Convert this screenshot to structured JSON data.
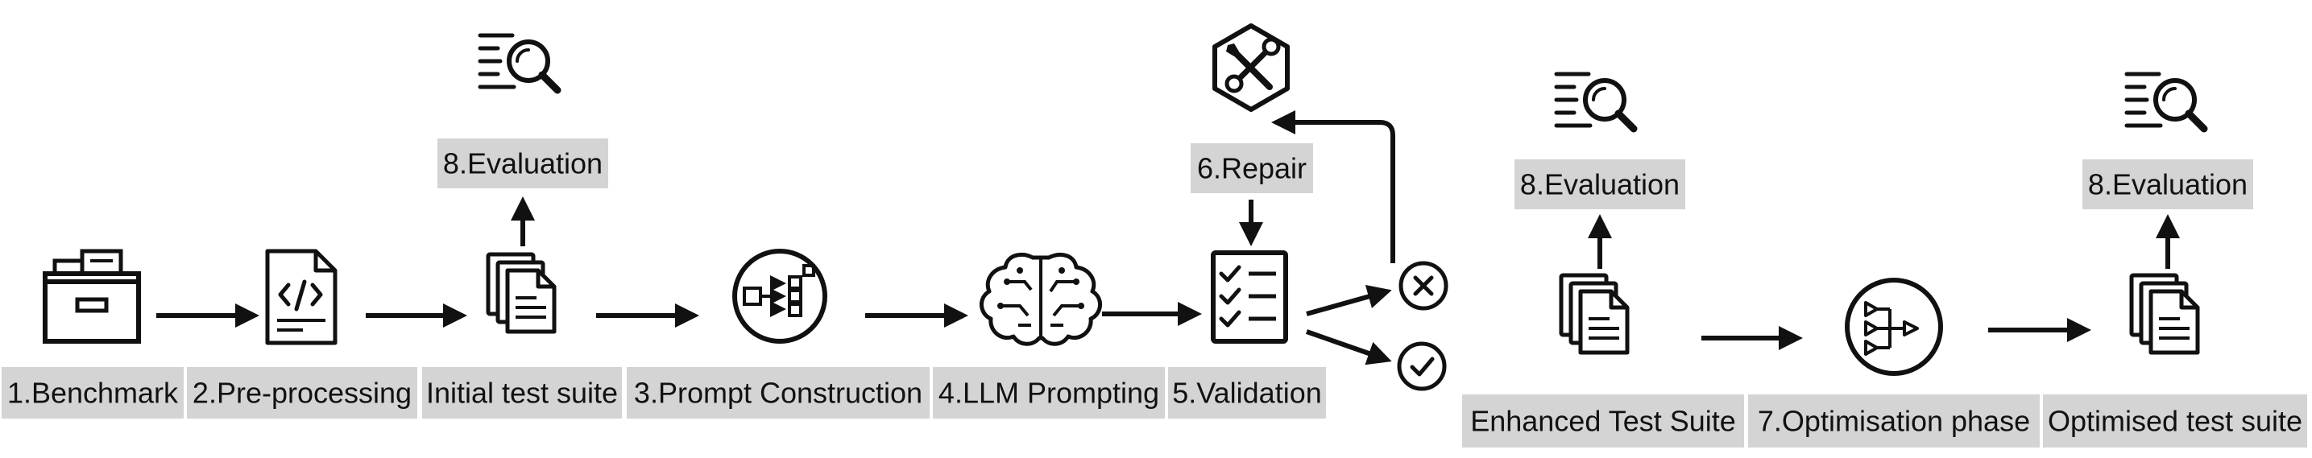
{
  "steps": {
    "benchmark": "1.Benchmark",
    "preprocessing": "2.Pre-processing",
    "initial_suite": "Initial test suite",
    "prompt_construction": "3.Prompt Construction",
    "llm_prompting": "4.LLM Prompting",
    "validation": "5.Validation",
    "repair": "6.Repair",
    "evaluation_1": "8.Evaluation",
    "evaluation_2": "8.Evaluation",
    "evaluation_3": "8.Evaluation",
    "enhanced_suite": "Enhanced Test Suite",
    "optimisation": "7.Optimisation phase",
    "optimised_suite": "Optimised test suite"
  },
  "colors": {
    "label_bg": "#d4d4d4",
    "stroke": "#111111",
    "background": "#ffffff"
  },
  "icons": [
    "file-box-icon",
    "code-document-icon",
    "document-stack-icon",
    "search-evaluation-icon",
    "flow-network-icon",
    "brain-circuit-icon",
    "checklist-icon",
    "repair-tools-icon",
    "fail-x-icon",
    "pass-check-icon",
    "funnel-flow-icon"
  ]
}
